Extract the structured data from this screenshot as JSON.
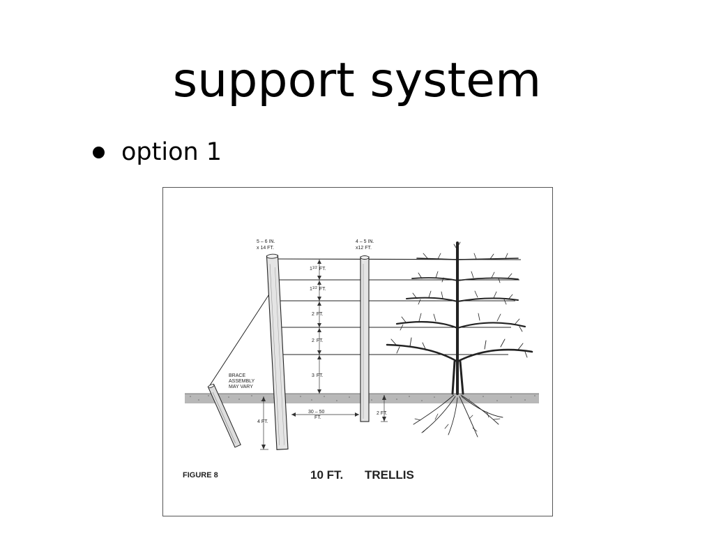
{
  "slide": {
    "title": "support system",
    "bullets": [
      {
        "text": "option 1"
      }
    ]
  },
  "figure": {
    "figure_label": "FIGURE 8",
    "caption_size": "10 FT.",
    "caption_name": "TRELLIS",
    "end_post_label_line1": "5 – 6 IN.",
    "end_post_label_line2": "x 14 FT.",
    "line_post_label_line1": "4 – 5 IN.",
    "line_post_label_line2": "x12 FT.",
    "brace_line1": "BRACE",
    "brace_line2": "ASSEMBLY",
    "brace_line3": "MAY VARY",
    "spacings": [
      {
        "num": "1",
        "frac": "1/2",
        "unit": "FT."
      },
      {
        "num": "1",
        "frac": "1/2",
        "unit": "FT."
      },
      {
        "num": "2",
        "frac": "",
        "unit": "FT."
      },
      {
        "num": "2",
        "frac": "",
        "unit": "FT."
      },
      {
        "num": "3",
        "frac": "",
        "unit": "FT."
      }
    ],
    "end_post_depth": "4 FT.",
    "line_post_depth": "2 FT.",
    "post_spacing_line1": "30 – 50",
    "post_spacing_line2": "FT.",
    "colors": {
      "frame": "#555555",
      "ink": "#222222",
      "ground": "#9a9a9a"
    }
  }
}
